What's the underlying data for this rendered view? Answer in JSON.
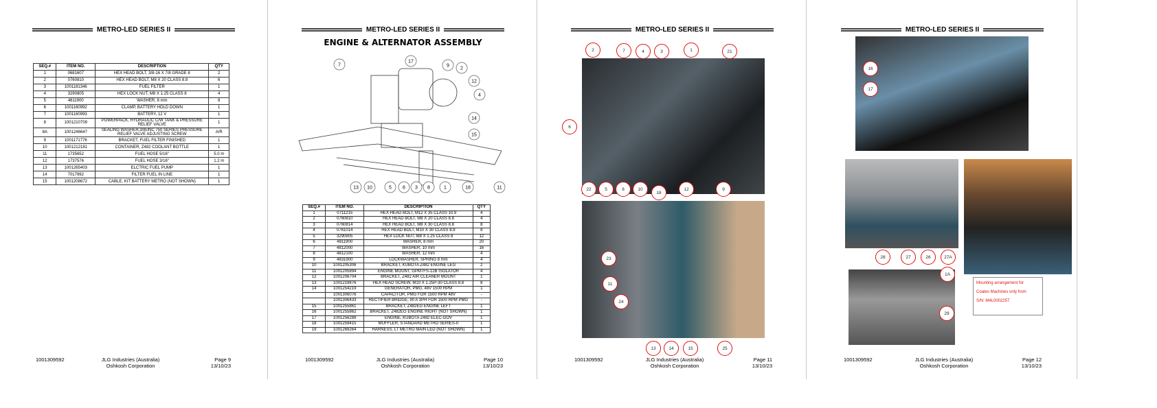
{
  "header": "METRO-LED SERIES II",
  "pages": [
    {
      "title": "",
      "footer": {
        "doc": "1001309592",
        "company": "JLG Industries (Australia)",
        "company2": "Oshkosh Corporation",
        "page": "Page 9",
        "date": "13/10/23"
      }
    },
    {
      "title": "ENGINE & ALTERNATOR ASSEMBLY",
      "footer": {
        "doc": "1001309592",
        "company": "JLG Industries (Australia)",
        "company2": "Oshkosh Corporation",
        "page": "Page 10",
        "date": "13/10/23"
      }
    },
    {
      "title": "",
      "footer": {
        "doc": "1001309592",
        "company": "JLG Industries (Australia)",
        "company2": "Oshkosh Corporation",
        "page": "Page 11",
        "date": "13/10/23"
      }
    },
    {
      "title": "",
      "footer": {
        "doc": "1001309592",
        "company": "JLG Industries (Australia)",
        "company2": "Oshkosh Corporation",
        "page": "Page 12",
        "date": "13/10/23"
      }
    }
  ],
  "columns": [
    "SEQ.#",
    "ITEM NO.",
    "DESCRIPTION",
    "QTY"
  ],
  "table1": [
    [
      "1",
      "0681607",
      "HEX HEAD BOLT, 3/8-16 X 7/8 GRADE 8",
      "2"
    ],
    [
      "2",
      "0760810",
      "HEX HEAD BOLT, M8 X 20 CLASS 8.8",
      "6"
    ],
    [
      "3",
      "1001181346",
      "FUEL FILTER",
      "1"
    ],
    [
      "4",
      "3290805",
      "HEX LOCK NUT, M8 X 1.25 CLASS 8",
      "4"
    ],
    [
      "5",
      "4811900",
      "WASHER, 8 mm",
      "8"
    ],
    [
      "6",
      "1001160992",
      "CLAMP, BATTERY HOLD DOWN",
      "1"
    ],
    [
      "7",
      "1001160993",
      "BATTERY, 12 V",
      "1"
    ],
    [
      "8",
      "1001210709",
      "POWERPACK, HYDRAULIC C/W TANK & PRESSURE RELIEF VALVE",
      "1"
    ],
    [
      "8A",
      "1001246647",
      "SEALING WASHER,3/8UNC 750 SERIES PRESSURE RELIEF VALVE ADJUSTING SCREW",
      "A/R"
    ],
    [
      "9",
      "1001171776",
      "BRACKET, FUEL FILTER FINISHED",
      "1"
    ],
    [
      "10",
      "1001212181",
      "CONTAINER, Z482 COOLANT BOTTLE",
      "1"
    ],
    [
      "11",
      "1735652",
      "FUEL HOSE 5/16\"",
      "5.0 m"
    ],
    [
      "12",
      "1737576",
      "FUEL HOSE 3/16\"",
      "1.2 m"
    ],
    [
      "13",
      "1001265403",
      "ELCTRIC FUEL PUMP",
      "1"
    ],
    [
      "14",
      "7017992",
      "FILTER FUEL IN LINE",
      "1"
    ],
    [
      "15",
      "1001208672",
      "CABLE, KIT BATTERY METRO (NOT SHOWN)",
      "1"
    ]
  ],
  "table2": [
    [
      "1",
      "0711215",
      "HEX HEAD BOLT, M12 X 35 CLASS 10.9",
      "4"
    ],
    [
      "2",
      "0760810",
      "HEX HEAD BOLT, M8 X 20 CLASS 8.8",
      "4"
    ],
    [
      "3",
      "0760814",
      "HEX HEAD BOLT, M8 X 30 CLASS 8.8",
      "8"
    ],
    [
      "4",
      "0761014",
      "HEX HEAD BOLT, M10 X 30 CLASS 8.8",
      "8"
    ],
    [
      "5",
      "3290805",
      "HEX LOCK NUT, M8 X 1.25 CLASS 8",
      "12"
    ],
    [
      "6",
      "4811900",
      "WASHER, 8 mm",
      "20"
    ],
    [
      "7",
      "4812000",
      "WASHER, 10 mm",
      "16"
    ],
    [
      "8",
      "4812100",
      "WASHER, 12 mm",
      "4"
    ],
    [
      "9",
      "4831900",
      "LOCKWASHER, SPRING 8 mm",
      "4"
    ],
    [
      "10",
      "1001205306",
      "BRACKET, KUBOTA Z482 ENGINE LEG",
      "2"
    ],
    [
      "11",
      "1001205894",
      "ENGINE MOUNT, GPM7FS-12B ISOLATOR",
      "4"
    ],
    [
      "12",
      "1001206704",
      "BRACKET, Z482 AIR CLEANER MOUNT",
      "1"
    ],
    [
      "13",
      "1001219876",
      "HEX HEAD SCREW, M10 X 1.25P-30 CLASS 8.8",
      "8"
    ],
    [
      "14",
      "1001254219",
      "GENERATOR, PMG, 48V 1500 RPM",
      "1"
    ],
    [
      "",
      "1001306076",
      "CAPACITOR, PMG FOR 1500 RPM 48V",
      "-"
    ],
    [
      "",
      "1001306433",
      "RECTIFIER BRIDGE, 90 A 3PH FOR 1500 RPM PMG",
      "-"
    ],
    [
      "15",
      "1001255861",
      "BRACKET, Z482EG ENGINE LEFT",
      "1"
    ],
    [
      "16",
      "1001255862",
      "BRACKET, Z482EG ENGINE RIGHT (NOT SHOWN)",
      "1"
    ],
    [
      "17",
      "1001256289",
      "ENGINE, KUBOTA Z482 ELEC-GOV",
      "1"
    ],
    [
      "18",
      "1001259415",
      "MUFFLER, STANDARD METRO SERIES-II",
      "1"
    ],
    [
      "19",
      "1001269264",
      "HARNESS, LT METRO MAIN LED (NOT SHOWN)",
      "1"
    ]
  ],
  "diagram_callouts": [
    "17",
    "9",
    "2",
    "12",
    "4",
    "14",
    "15",
    "11",
    "18",
    "1",
    "8",
    "3",
    "6",
    "5",
    "10",
    "13",
    "7"
  ],
  "page3_callouts": [
    "2",
    "7",
    "4",
    "3",
    "1",
    "21",
    "6",
    "22",
    "5",
    "8",
    "10",
    "12",
    "9",
    "18",
    "23",
    "11",
    "24",
    "13",
    "14",
    "15",
    "25"
  ],
  "page4_callouts": [
    "16",
    "17",
    "28",
    "27",
    "26",
    "27A",
    "1A",
    "29"
  ],
  "note": [
    "Mounting arrangement for",
    "Coates Machines only from",
    "S/N: M4L0002257"
  ],
  "colors": {
    "callout": "#e01010"
  }
}
